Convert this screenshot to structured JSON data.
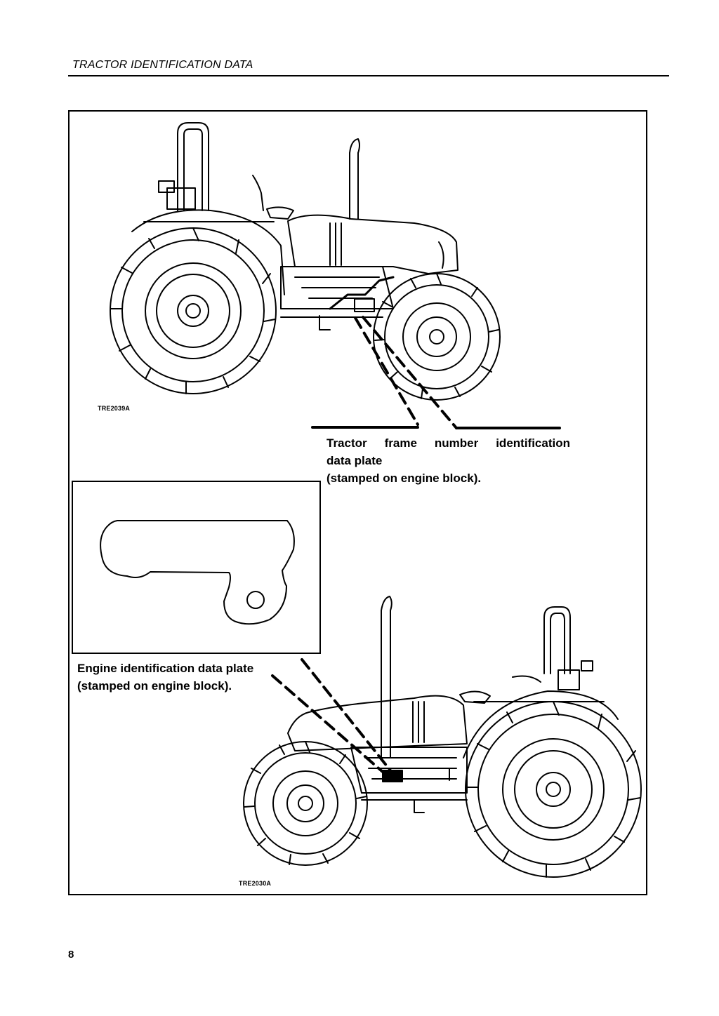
{
  "header": {
    "title": "TRACTOR IDENTIFICATION DATA"
  },
  "figure_top": {
    "code": "TRE2039A"
  },
  "figure_bottom": {
    "code": "TRE2030A"
  },
  "callout_frame": {
    "line1": "Tractor frame number identification",
    "line2": "data plate",
    "line3": "(stamped on engine block)."
  },
  "callout_engine": {
    "line1": "Engine identification data plate",
    "line2": "(stamped on engine block)."
  },
  "page": {
    "number": "8"
  }
}
